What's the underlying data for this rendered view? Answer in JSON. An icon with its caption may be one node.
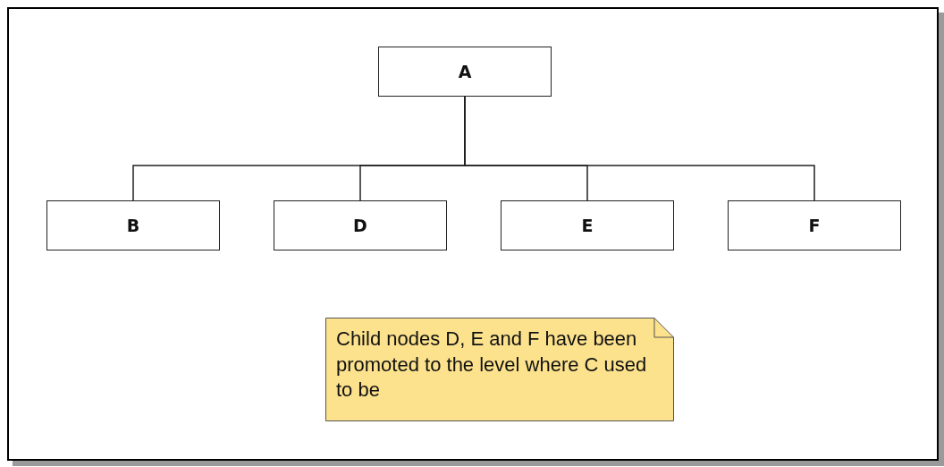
{
  "diagram": {
    "nodes": [
      {
        "text": [
          "A"
        ]
      },
      {
        "text": [
          "B"
        ]
      },
      {
        "text": [
          "D"
        ]
      },
      {
        "text": [
          "E"
        ]
      },
      {
        "text": [
          "F"
        ]
      },
      {
        "text": [
          "Child nodes D, E and F have been promoted to the level where C used to be"
        ]
      }
    ],
    "edges": [
      {
        "from": 0,
        "to": 1,
        "arrow": "none"
      },
      {
        "from": 0,
        "to": 2,
        "arrow": "none"
      },
      {
        "from": 0,
        "to": 3,
        "arrow": "none"
      },
      {
        "from": 0,
        "to": 4,
        "arrow": "none"
      }
    ]
  }
}
